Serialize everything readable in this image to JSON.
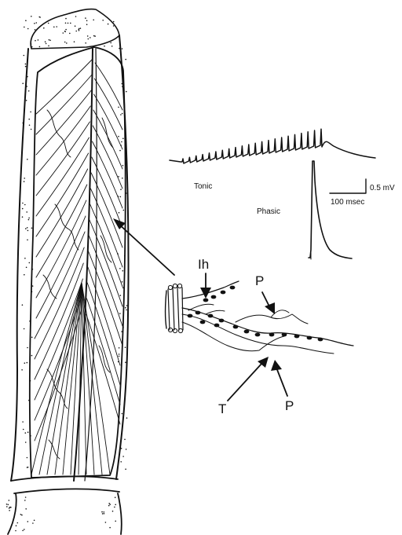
{
  "labels": {
    "tonic": "Tonic",
    "phasic": "Phasic",
    "scale_voltage": "0.5 mV",
    "scale_time": "100 msec",
    "ih": "Ih",
    "p_upper": "P",
    "p_lower": "P",
    "t": "T"
  }
}
